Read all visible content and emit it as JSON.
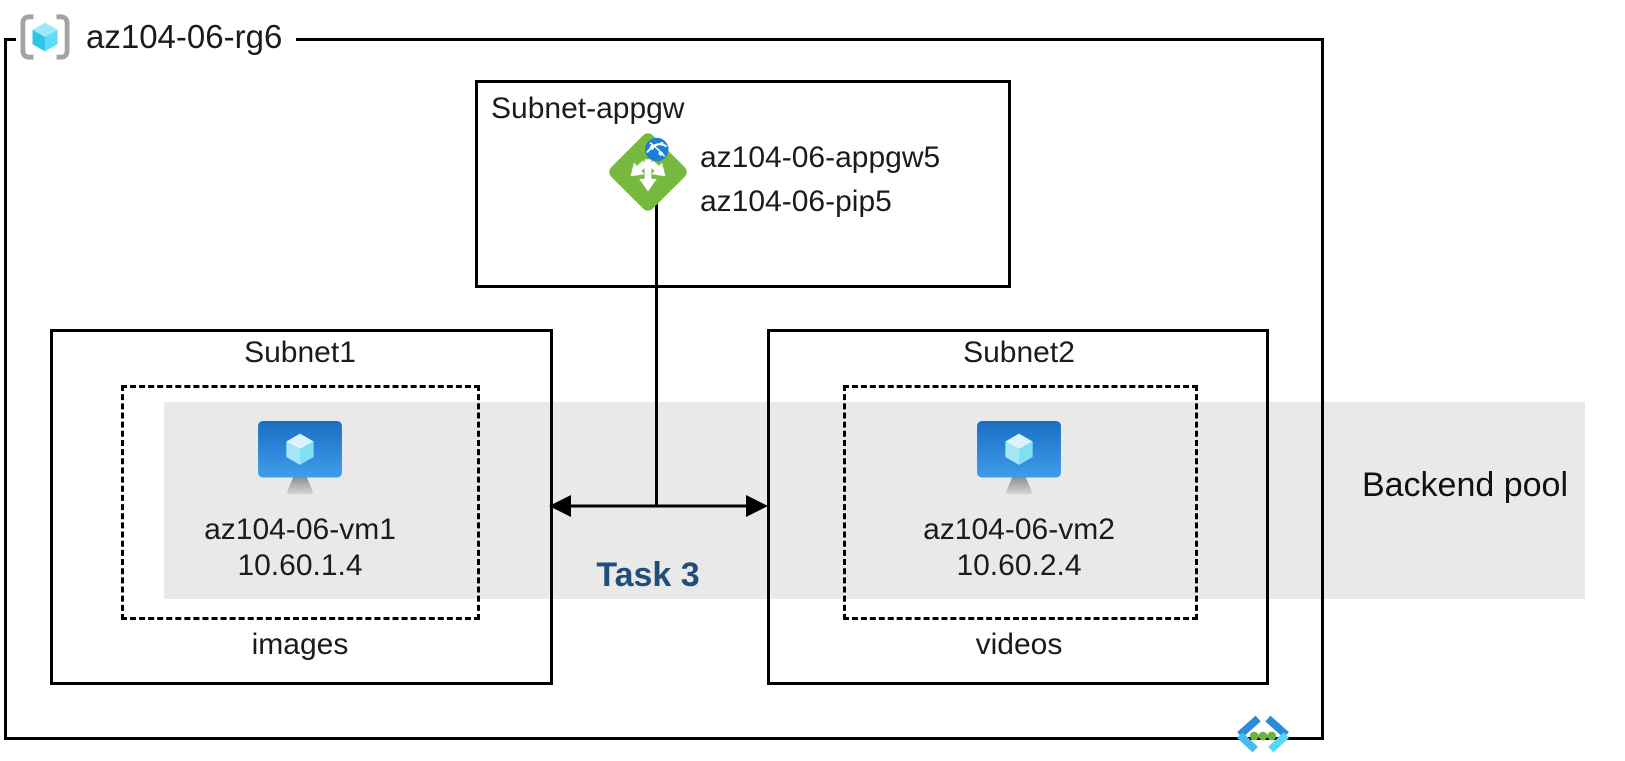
{
  "resource_group": {
    "name": "az104-06-rg6"
  },
  "appgw_subnet": {
    "label": "Subnet-appgw",
    "gateway_name": "az104-06-appgw5",
    "public_ip_name": "az104-06-pip5"
  },
  "subnet1": {
    "label": "Subnet1",
    "vm_name": "az104-06-vm1",
    "vm_ip": "10.60.1.4",
    "storage_caption": "images"
  },
  "subnet2": {
    "label": "Subnet2",
    "vm_name": "az104-06-vm2",
    "vm_ip": "10.60.2.4",
    "storage_caption": "videos"
  },
  "backend_pool": {
    "label": "Backend pool"
  },
  "task": {
    "label": "Task 3"
  },
  "icons": {
    "resource_group": "resource-group-icon",
    "application_gateway": "application-gateway-icon",
    "virtual_machine": "virtual-machine-icon",
    "virtual_network": "virtual-network-icon"
  },
  "colors": {
    "task_label": "#1F4E79",
    "backend_pool_band": "#E9E9E9",
    "line_black": "#000000",
    "appgw_green": "#77B93F",
    "vm_screen_blue_top": "#1A6EC2",
    "vm_screen_blue_bottom": "#3F9CEB",
    "cube_cyan": "#5EDCF4",
    "vnet_chevron_blue": "#2B8BD9",
    "vnet_chevron_cyan": "#59D6F3",
    "vnet_dot_green": "#6DB33F",
    "bracket_gray": "#A3A3A3"
  }
}
